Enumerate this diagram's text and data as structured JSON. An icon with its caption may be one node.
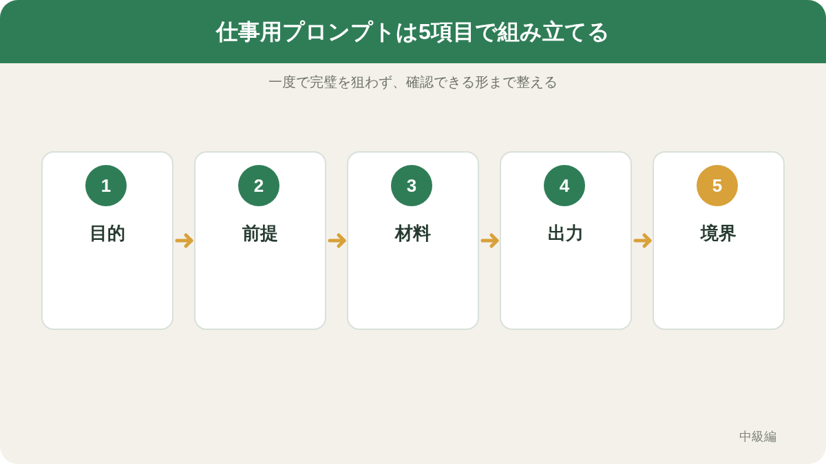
{
  "diagram": {
    "title": "仕事用プロンプトは5項目で組み立てる",
    "nodes": [
      {
        "text": [
          "目的"
        ]
      },
      {
        "text": [
          "1"
        ],
        "in": 0
      },
      {
        "text": [
          "前提"
        ]
      },
      {
        "text": [
          "2"
        ],
        "in": 2
      },
      {
        "text": [
          "材料"
        ]
      },
      {
        "text": [
          "3"
        ],
        "in": 4
      },
      {
        "text": [
          "出力"
        ]
      },
      {
        "text": [
          "4"
        ],
        "in": 6
      },
      {
        "text": [
          "境界"
        ]
      },
      {
        "text": [
          "5"
        ],
        "in": 8
      }
    ],
    "edges": [
      {
        "from": 0,
        "to": 2,
        "arrow": "to"
      },
      {
        "from": 2,
        "to": 4,
        "arrow": "to"
      },
      {
        "from": 4,
        "to": 6,
        "arrow": "to"
      },
      {
        "from": 6,
        "to": 8,
        "arrow": "to"
      }
    ],
    "labels": [
      "一度で完璧を狙わず、確認できる形まで整える",
      "中級編"
    ]
  }
}
